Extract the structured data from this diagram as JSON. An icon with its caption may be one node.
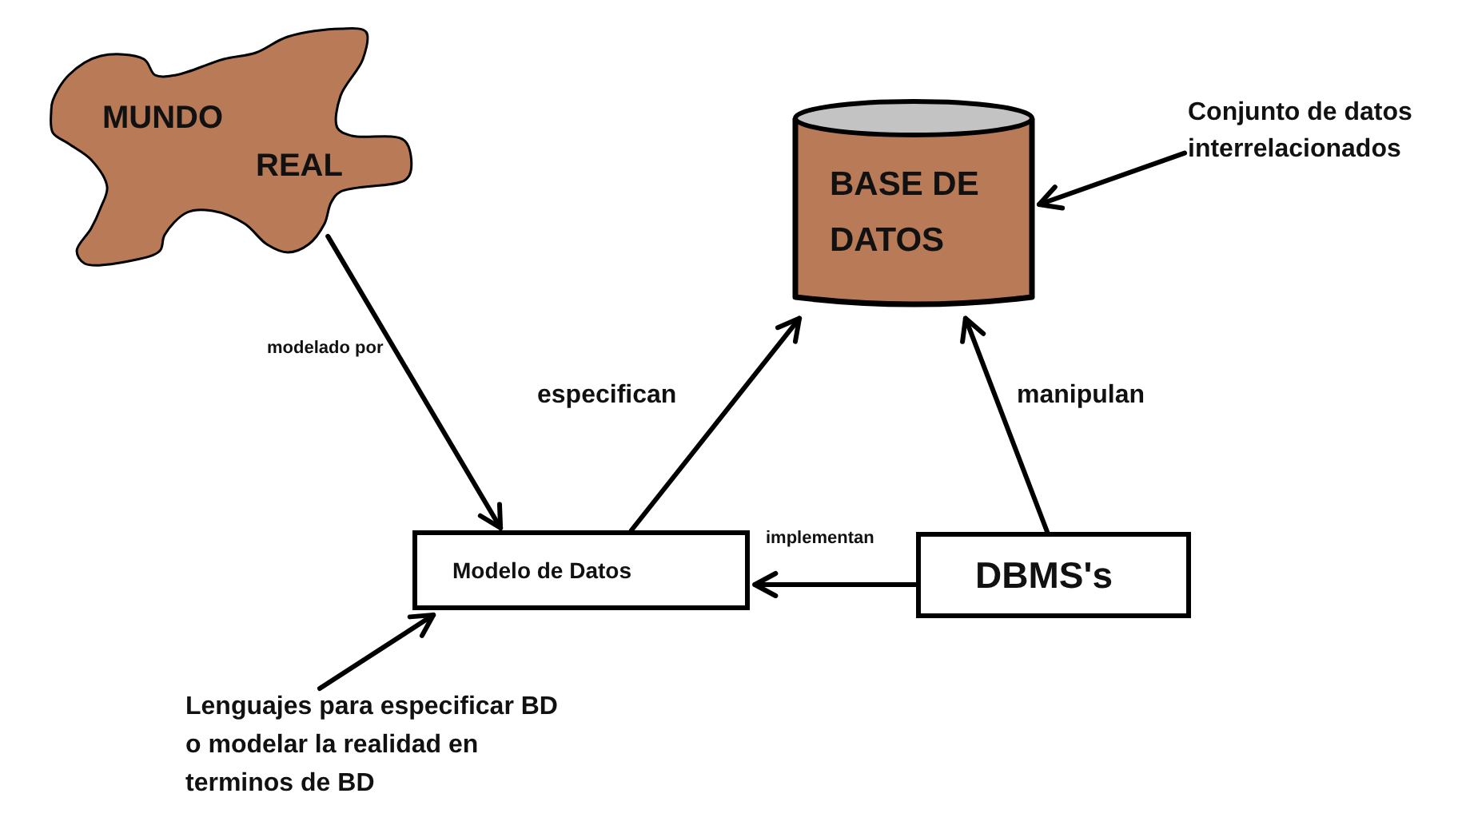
{
  "diagram": {
    "nodes": [
      {
        "text": [
          "MUNDO",
          "REAL"
        ]
      },
      {
        "text": [
          "BASE DE DATOS"
        ]
      },
      {
        "text": [
          "Conjunto de datos interrelacionados"
        ]
      },
      {
        "text": [
          "Modelo de Datos"
        ]
      },
      {
        "text": [
          "DBMS's"
        ]
      },
      {
        "text": [
          "Lenguajes para especificar BD o modelar la realidad en terminos de BD"
        ]
      }
    ],
    "edges": [
      {
        "from": 0,
        "to": 3,
        "arrow": "to",
        "label": "modelado por"
      },
      {
        "from": 3,
        "to": 1,
        "arrow": "to",
        "label": "especifican"
      },
      {
        "from": 4,
        "to": 1,
        "arrow": "to",
        "label": "manipulan"
      },
      {
        "from": 4,
        "to": 3,
        "arrow": "to",
        "label": "implementan"
      },
      {
        "from": 2,
        "to": 1,
        "arrow": "to"
      },
      {
        "from": 5,
        "to": 3,
        "arrow": "to"
      }
    ]
  }
}
